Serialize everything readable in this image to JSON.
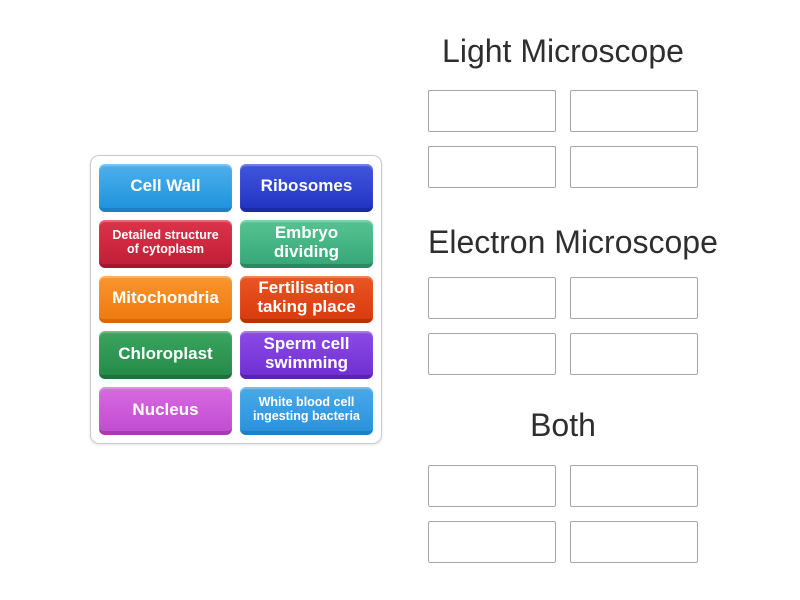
{
  "page": {
    "background": "#ffffff",
    "title_color": "#2e2e2e"
  },
  "tile_panel": {
    "tiles": [
      {
        "label": "Cell Wall",
        "text_size": "lg",
        "colors": {
          "top": "#4fb0ec",
          "bottom": "#1f94dd",
          "edge": "#1b80c4"
        }
      },
      {
        "label": "Ribosomes",
        "text_size": "lg",
        "colors": {
          "top": "#4156de",
          "bottom": "#2235c2",
          "edge": "#1b2aa4"
        }
      },
      {
        "label": "Detailed structure\nof cytoplasm",
        "text_size": "sm",
        "colors": {
          "top": "#dd3349",
          "bottom": "#c01f38",
          "edge": "#a3182e"
        }
      },
      {
        "label": "Embryo\ndividing",
        "text_size": "lg",
        "colors": {
          "top": "#57c393",
          "bottom": "#37a877",
          "edge": "#2b8a60"
        }
      },
      {
        "label": "Mitochondria",
        "text_size": "lg",
        "colors": {
          "top": "#f9962e",
          "bottom": "#ef7b10",
          "edge": "#d4680b"
        }
      },
      {
        "label": "Fertilisation\ntaking place",
        "text_size": "lg",
        "colors": {
          "top": "#ea5524",
          "bottom": "#d93c0e",
          "edge": "#b93108"
        }
      },
      {
        "label": "Chloroplast",
        "text_size": "lg",
        "colors": {
          "top": "#3aa660",
          "bottom": "#268b49",
          "edge": "#1e713a"
        }
      },
      {
        "label": "Sperm cell\nswimming",
        "text_size": "lg",
        "colors": {
          "top": "#8c4ae8",
          "bottom": "#7130d2",
          "edge": "#5b23ad"
        }
      },
      {
        "label": "Nucleus",
        "text_size": "lg",
        "colors": {
          "top": "#d96ae2",
          "bottom": "#c24dd0",
          "edge": "#a43bb0"
        }
      },
      {
        "label": "White blood cell\ningesting bacteria",
        "text_size": "sm",
        "colors": {
          "top": "#4aaae9",
          "bottom": "#2a92dc",
          "edge": "#2080c2"
        }
      }
    ]
  },
  "groups": [
    {
      "title": "Light Microscope",
      "slot_count": 4
    },
    {
      "title": "Electron Microscope",
      "slot_count": 4
    },
    {
      "title": "Both",
      "slot_count": 4
    }
  ]
}
